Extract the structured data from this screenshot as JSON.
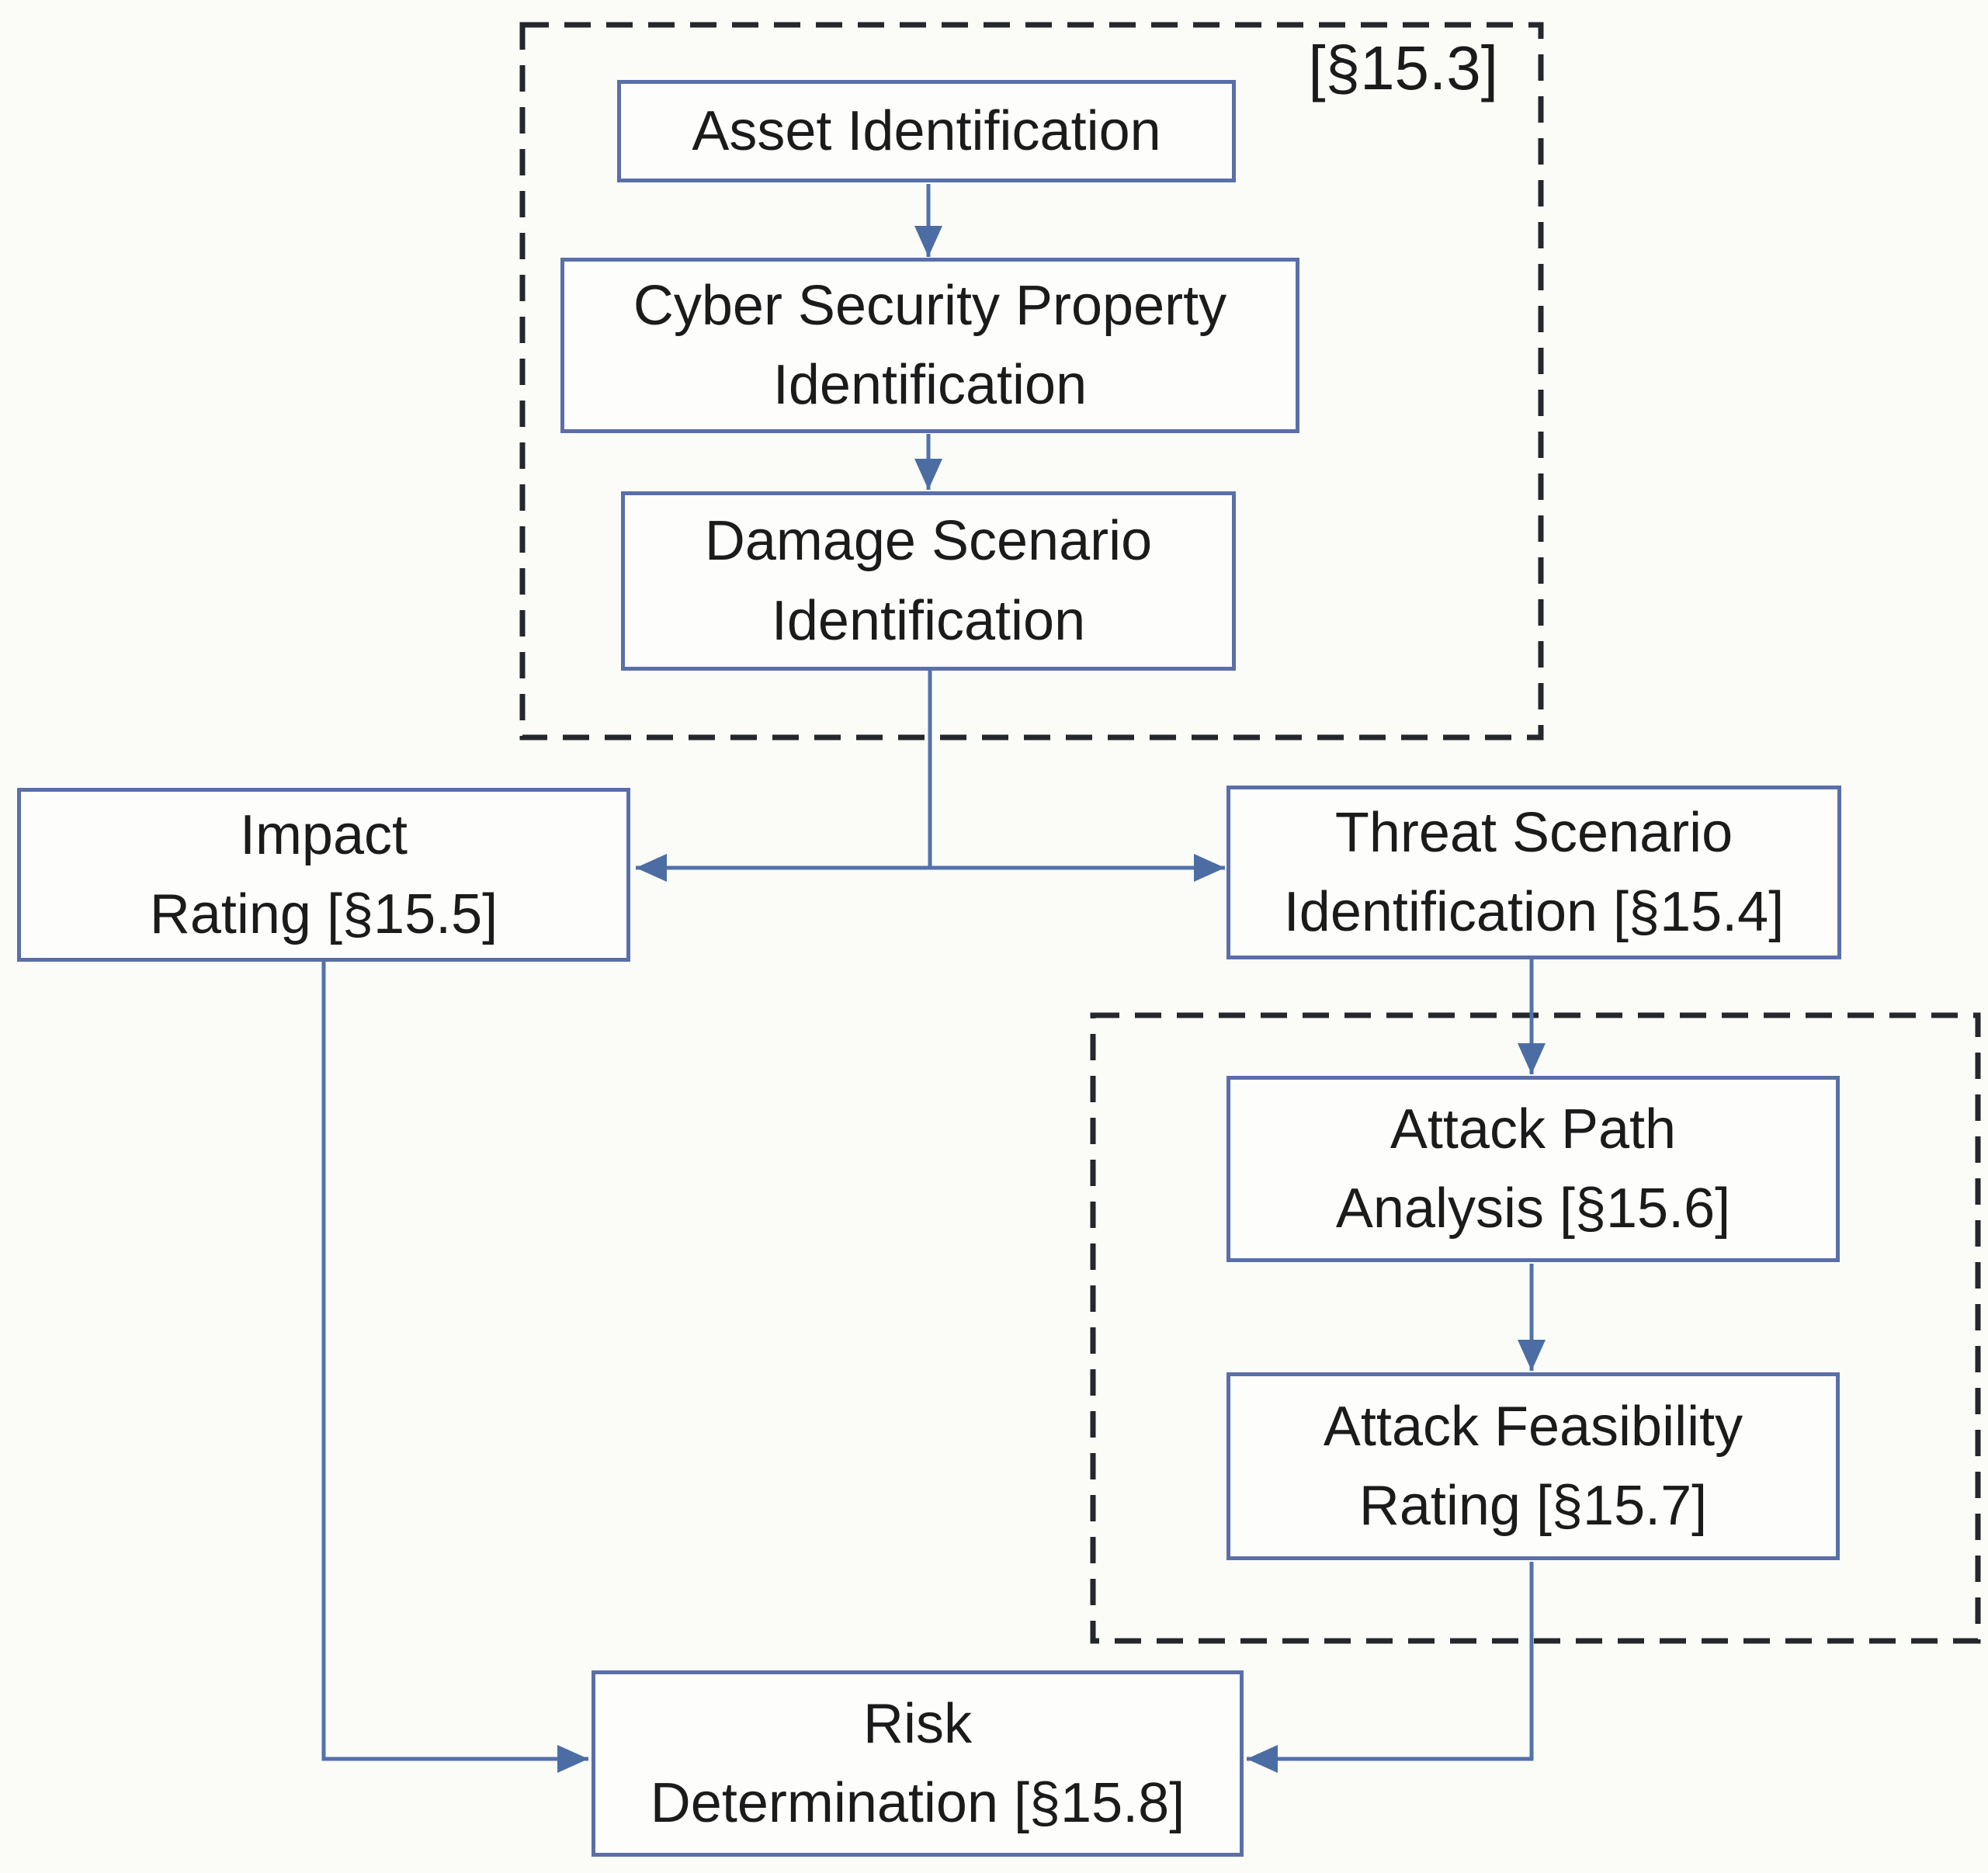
{
  "diagram": {
    "section_label": "[§15.3]",
    "nodes": {
      "asset": {
        "line1": "Asset Identification",
        "line2": ""
      },
      "csp": {
        "line1": "Cyber Security Property",
        "line2": "Identification"
      },
      "damage": {
        "line1": "Damage Scenario",
        "line2": "Identification"
      },
      "impact": {
        "line1": "Impact",
        "line2": "Rating [§15.5]"
      },
      "threat": {
        "line1": "Threat Scenario",
        "line2": "Identification [§15.4]"
      },
      "attack_path": {
        "line1": "Attack Path",
        "line2": "Analysis [§15.6]"
      },
      "attack_feasibility": {
        "line1": "Attack Feasibility",
        "line2": "Rating [§15.7]"
      },
      "risk": {
        "line1": "Risk",
        "line2": "Determination [§15.8]"
      }
    },
    "colors": {
      "box_border": "#5a6fa8",
      "box_fill": "#fdfdfc",
      "arrow_line": "#5272ac",
      "arrowhead": "#4b6da3",
      "dashed_border": "#24272c",
      "text": "#1b1b1b",
      "background": "#fbfbf8"
    }
  }
}
